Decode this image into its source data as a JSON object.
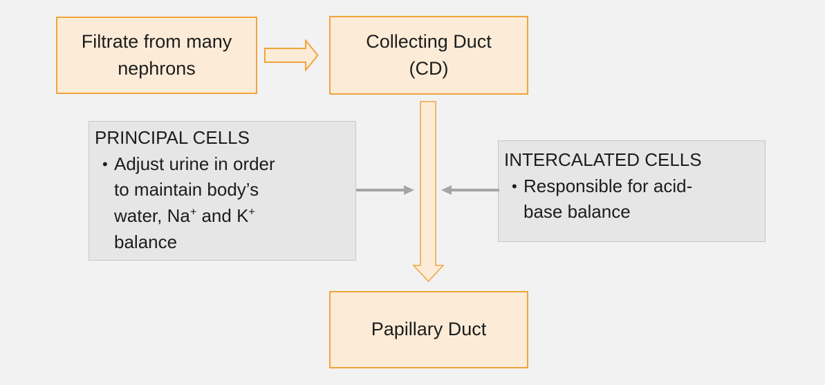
{
  "colors": {
    "bg": "#f2f2f2",
    "orange_fill": "#fcecd7",
    "orange_border": "#f0a33c",
    "gray_fill": "#e7e6e6",
    "gray_border": "#c8c6c6",
    "arrow_gray": "#a6a6a6",
    "text": "#1c1c1c"
  },
  "nodes": {
    "filtrate": {
      "lines": [
        "Filtrate from many",
        "nephrons"
      ]
    },
    "collecting_duct": {
      "lines": [
        "Collecting Duct",
        "(CD)"
      ]
    },
    "papillary_duct": {
      "label": "Papillary Duct"
    },
    "principal_cells": {
      "title": "PRINCIPAL CELLS",
      "bullet_glyph": "•",
      "bullet": {
        "t1": "Adjust urine in order to maintain body’s water, Na",
        "s1": "+",
        "t2": " and K",
        "s2": "+",
        "t3": " balance"
      }
    },
    "intercalated_cells": {
      "title": "INTERCALATED CELLS",
      "bullet_glyph": "•",
      "bullet": {
        "t1": "Responsible for acid-base balance"
      }
    }
  }
}
